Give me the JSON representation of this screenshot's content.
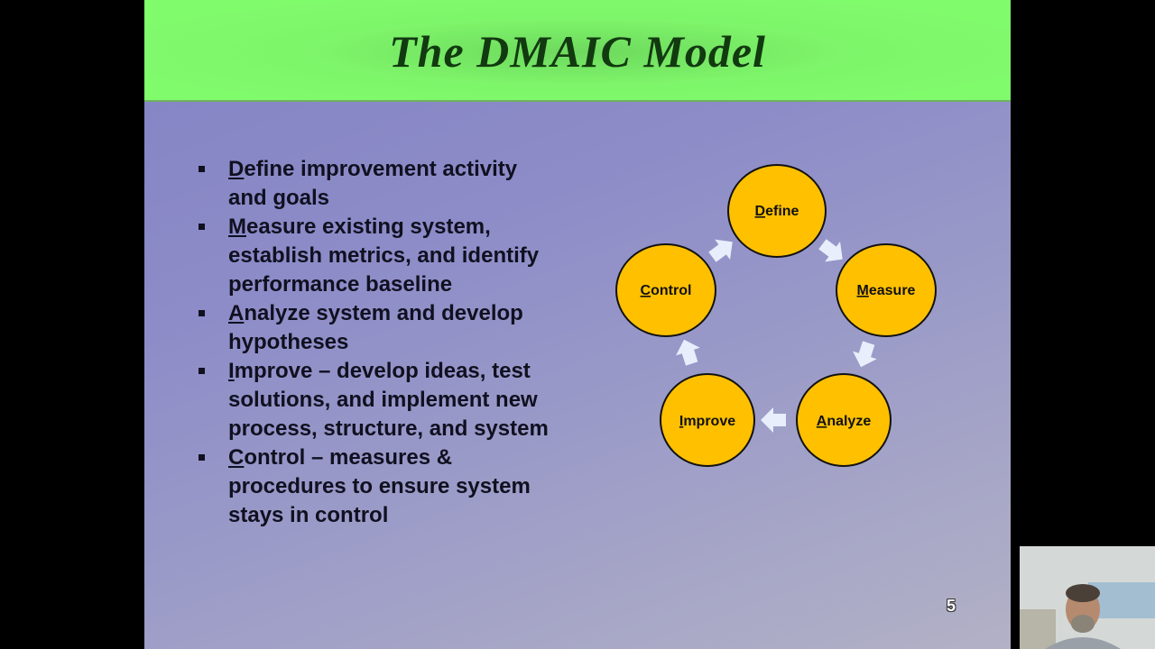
{
  "slide": {
    "title": "The DMAIC Model",
    "page_number": "5",
    "bullets": [
      {
        "first": "D",
        "rest": "efine improvement activity and goals"
      },
      {
        "first": "M",
        "rest": "easure existing system, establish metrics, and identify performance baseline"
      },
      {
        "first": "A",
        "rest": "nalyze system and develop hypotheses"
      },
      {
        "first": "I",
        "rest": "mprove – develop ideas, test solutions, and implement new process, structure, and system"
      },
      {
        "first": "C",
        "rest": "ontrol – measures & procedures to ensure system stays in control"
      }
    ],
    "cycle": [
      {
        "first": "D",
        "rest": "efine"
      },
      {
        "first": "M",
        "rest": "easure"
      },
      {
        "first": "A",
        "rest": "nalyze"
      },
      {
        "first": "I",
        "rest": "mprove"
      },
      {
        "first": "C",
        "rest": "ontrol"
      }
    ]
  },
  "colors": {
    "title_bar": "#80fb6c",
    "title_text": "#123a10",
    "node_fill": "#ffc000",
    "arrow_fill": "#e8eefb"
  },
  "webcam": {
    "content": "presenter-video"
  }
}
